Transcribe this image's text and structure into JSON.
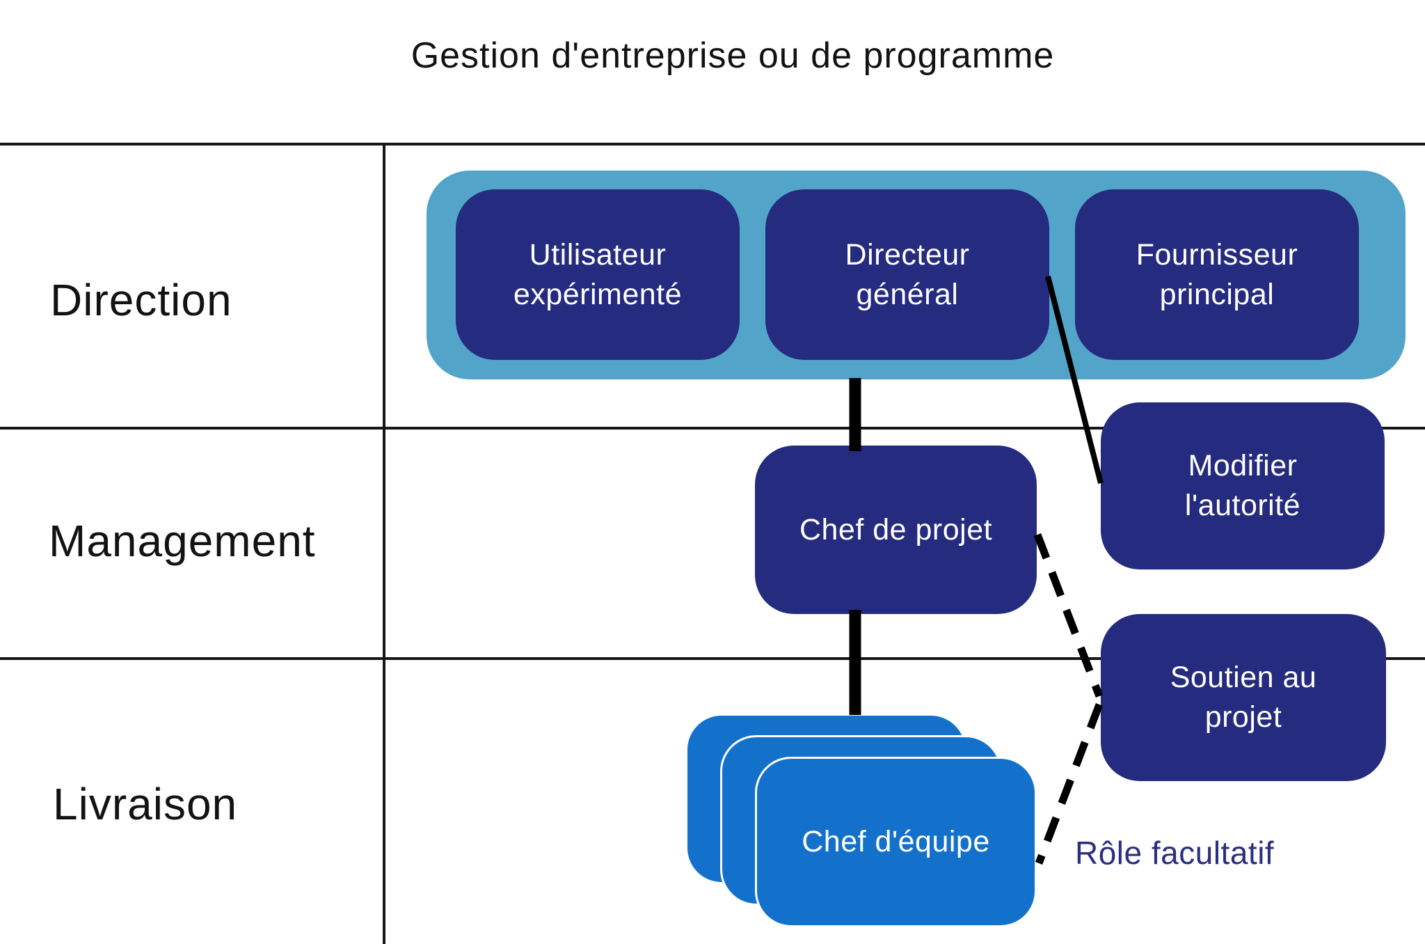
{
  "title": "Gestion d'entreprise ou de programme",
  "rows": [
    {
      "label": "Direction"
    },
    {
      "label": "Management"
    },
    {
      "label": "Livraison"
    }
  ],
  "boxes": {
    "senior_user": {
      "label": "Utilisateur expérimenté"
    },
    "executive": {
      "label": "Directeur général"
    },
    "senior_supplier": {
      "label": "Fournisseur principal"
    },
    "change_authority": {
      "label": "Modifier l'autorité"
    },
    "project_manager": {
      "label": "Chef de projet"
    },
    "project_support": {
      "label": "Soutien au projet"
    },
    "team_manager": {
      "label": "Chef d'équipe"
    }
  },
  "annotation": {
    "optional_role": "Rôle facultatif"
  },
  "colors": {
    "board_background": "#53a4c9",
    "role_box": "#252b7e",
    "team_manager_box": "#1371cc",
    "box_text": "#ffffff",
    "grid_line": "#161616",
    "connector_line": "#000000",
    "annotation_text": "#2b2f80",
    "page_background": "#ffffff"
  }
}
